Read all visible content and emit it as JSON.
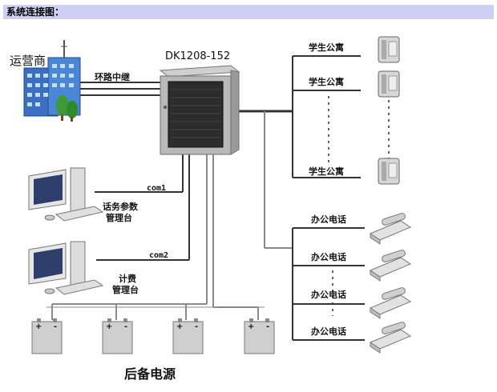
{
  "header": {
    "title": "系统连接图："
  },
  "diagram": {
    "carrier_label": "运营商",
    "trunk_label": "环路中继",
    "switch_label": "DK1208-152",
    "student_label": "学生公寓",
    "office_label": "办公电话",
    "com1_label": "com1",
    "com2_label": "com2",
    "console1_line1": "话务参数",
    "console1_line2": "管理台",
    "console2_line1": "计费",
    "console2_line2": "管理台",
    "power_label": "后备电源",
    "battery_plus": "+",
    "battery_minus": "-"
  }
}
